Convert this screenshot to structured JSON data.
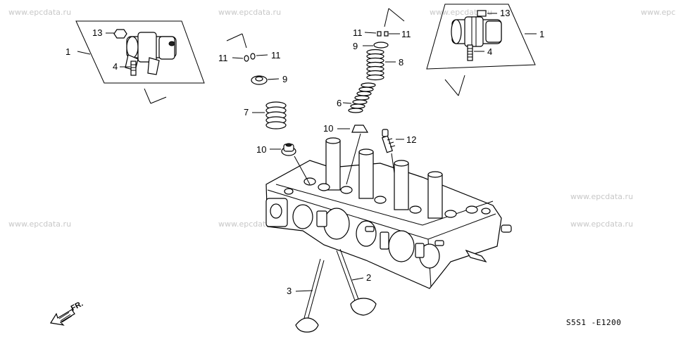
{
  "watermarks": [
    "www.epcdata.ru",
    "www.epcdata.ru",
    "www.epcdata.ru",
    "www.epc",
    "www.epcdata.ru",
    "www.epcdata.ru",
    "www.epcdata.ru",
    "www.epcdata.ru"
  ],
  "callouts": {
    "c1_left": "1",
    "c13_left": "13",
    "c4_left": "4",
    "c11_mid_l": "11",
    "c11_mid_r": "11",
    "c9_mid": "9",
    "c7": "7",
    "c10_left": "10",
    "c11_top_l": "11",
    "c11_top_r": "11",
    "c9_top": "9",
    "c8": "8",
    "c6": "6",
    "c10_mid": "10",
    "c12": "12",
    "c13_right": "13",
    "c1_right": "1",
    "c4_right": "4",
    "c2": "2",
    "c3": "3"
  },
  "direction_label": "FR.",
  "diagram_code": "S5S1 -E1200"
}
